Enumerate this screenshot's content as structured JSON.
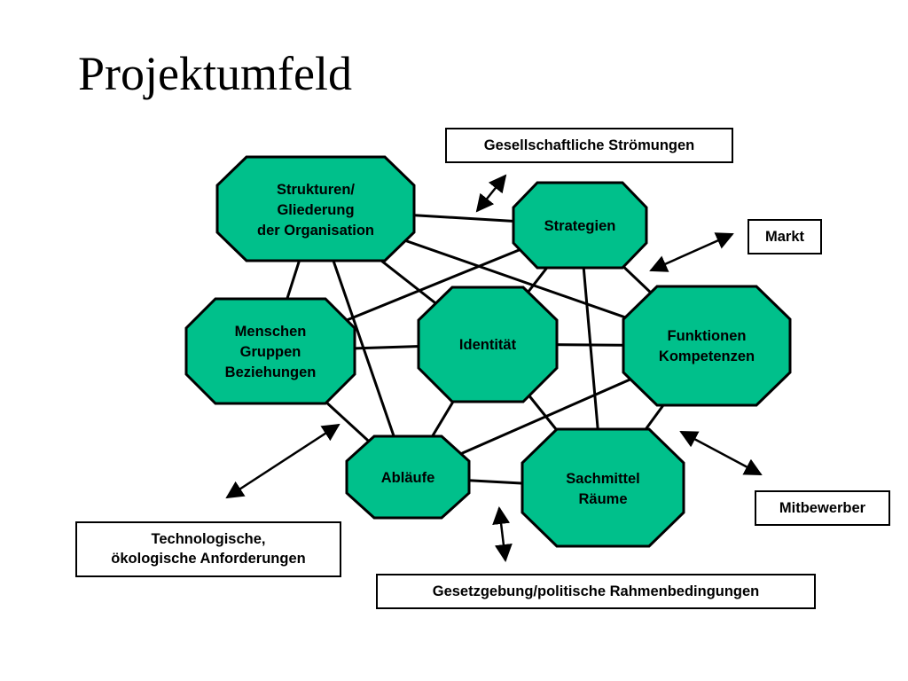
{
  "title": "Projektumfeld",
  "nodes": {
    "strukturen": [
      "Strukturen/",
      "Gliederung",
      "der Organisation"
    ],
    "strategien": [
      "Strategien"
    ],
    "menschen": [
      "Menschen",
      "Gruppen",
      "Beziehungen"
    ],
    "identitaet": [
      "Identität"
    ],
    "funktionen": [
      "Funktionen",
      "Kompetenzen"
    ],
    "ablaeufe": [
      "Abläufe"
    ],
    "sachmittel": [
      "Sachmittel",
      "Räume"
    ]
  },
  "external": {
    "gesellschaft": "Gesellschaftliche Strömungen",
    "markt": "Markt",
    "mitbewerber": "Mitbewerber",
    "technologie_1": "Technologische,",
    "technologie_2": "ökologische Anforderungen",
    "gesetzgebung": "Gesetzgebung/politische Rahmenbedingungen"
  },
  "colors": {
    "node_fill": "#00c08b",
    "line": "#000000",
    "background": "#ffffff"
  }
}
